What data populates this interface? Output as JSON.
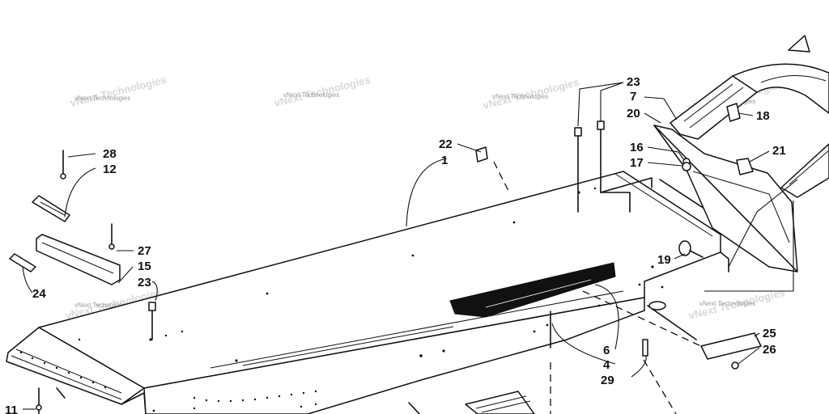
{
  "diagram": {
    "watermark_text": "vNext Technologies",
    "callouts": [
      {
        "id": "c1",
        "label": "1"
      },
      {
        "id": "c4",
        "label": "4"
      },
      {
        "id": "c6",
        "label": "6"
      },
      {
        "id": "c7",
        "label": "7"
      },
      {
        "id": "c11",
        "label": "11"
      },
      {
        "id": "c12",
        "label": "12"
      },
      {
        "id": "c15",
        "label": "15"
      },
      {
        "id": "c16",
        "label": "16"
      },
      {
        "id": "c17",
        "label": "17"
      },
      {
        "id": "c18",
        "label": "18"
      },
      {
        "id": "c19",
        "label": "19"
      },
      {
        "id": "c20",
        "label": "20"
      },
      {
        "id": "c21",
        "label": "21"
      },
      {
        "id": "c22",
        "label": "22"
      },
      {
        "id": "c23a",
        "label": "23"
      },
      {
        "id": "c23b",
        "label": "23"
      },
      {
        "id": "c24",
        "label": "24"
      },
      {
        "id": "c25",
        "label": "25"
      },
      {
        "id": "c26",
        "label": "26"
      },
      {
        "id": "c27",
        "label": "27"
      },
      {
        "id": "c28",
        "label": "28"
      },
      {
        "id": "c29",
        "label": "29"
      }
    ]
  }
}
